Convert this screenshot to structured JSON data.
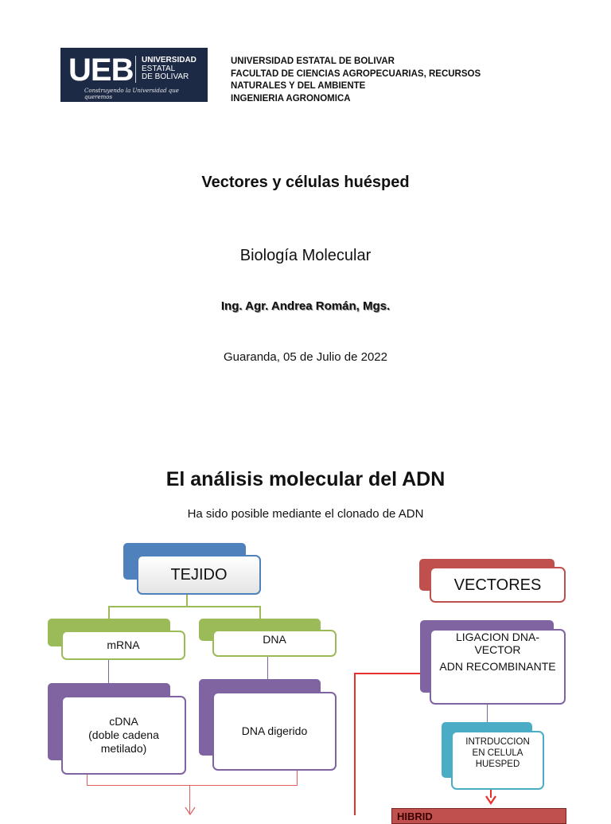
{
  "header": {
    "logo": {
      "mark": "UEB",
      "lines": [
        "UNIVERSIDAD",
        "ESTATAL",
        "DE BOLIVAR"
      ],
      "motto": "Construyendo la Universidad que queremos"
    },
    "institution": [
      "UNIVERSIDAD ESTATAL DE BOLIVAR",
      "FACULTAD DE CIENCIAS AGROPECUARIAS, RECURSOS",
      "NATURALES Y DEL AMBIENTE",
      "INGENIERIA AGRONOMICA"
    ]
  },
  "cover": {
    "title": "Vectores y células huésped",
    "subject": "Biología Molecular",
    "author": "Ing. Agr. Andrea Román, Mgs.",
    "date": "Guaranda, 05 de Julio de 2022"
  },
  "section": {
    "title": "El análisis molecular del ADN",
    "subtitle": "Ha sido posible mediante el clonado de ADN"
  },
  "diagram": {
    "tejido": "TEJIDO",
    "mrna": "mRNA",
    "dna": "DNA",
    "cdna": "cDNA\n(doble cadena\nmetilado)",
    "dna_digerido": "DNA digerido",
    "vectores": "VECTORES",
    "ligacion": "LIGACION DNA-\nVECTOR",
    "adn_recombinante": "ADN RECOMBINANTE",
    "introduccion": "INTRDUCCION\nEN CELULA\nHUESPED",
    "cut_text": "HIBRID"
  },
  "colors": {
    "blue": "#4f81bd",
    "green": "#9bbb59",
    "purple": "#8064a2",
    "red": "#c0504d",
    "teal": "#4bacc6",
    "navy": "#1d2a45"
  }
}
